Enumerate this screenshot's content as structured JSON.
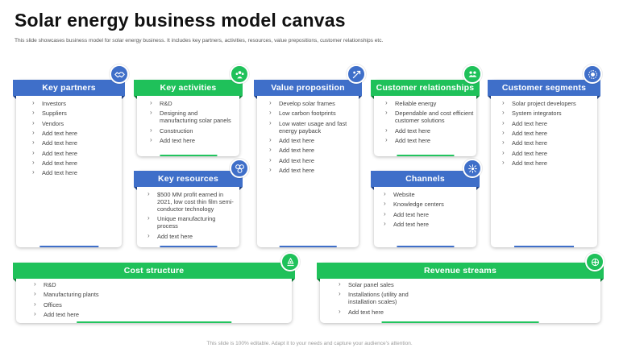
{
  "title": "Solar energy business model canvas",
  "subtitle": "This slide showcases business model for solar energy business. It includes key partners, activities, resources, value prepositions, customer relationships etc.",
  "footer": "This slide is 100% editable. Adapt it to your needs and capture your audience's attention.",
  "sections": {
    "key_partners": {
      "title": "Key partners",
      "icon": "handshake-icon",
      "items": [
        "Investors",
        "Suppliers",
        "Vendors",
        "Add text here",
        "Add text here",
        "Add text here",
        "Add text here",
        "Add text here"
      ]
    },
    "key_activities": {
      "title": "Key activities",
      "icon": "team-icon",
      "items": [
        "R&D",
        "Designing and manufacturing solar panels",
        "Construction",
        "Add text here"
      ]
    },
    "key_resources": {
      "title": "Key resources",
      "icon": "resources-icon",
      "items": [
        "$500 MM profit earned in 2021, low cost thin film semi-conductor technology",
        "Unique manufacturing process",
        "Add text here"
      ]
    },
    "value_proposition": {
      "title": "Value proposition",
      "icon": "value-icon",
      "items": [
        "Develop solar frames",
        "Low carbon footprints",
        "Low water usage and fast energy payback",
        "Add text here",
        "Add text here",
        "Add text here",
        "Add text here"
      ]
    },
    "customer_relationships": {
      "title": "Customer relationships",
      "icon": "relationship-icon",
      "items": [
        "Reliable energy",
        "Dependable and cost efficient customer solutions",
        "Add text here",
        "Add text here"
      ]
    },
    "channels": {
      "title": "Channels",
      "icon": "network-icon",
      "items": [
        "Website",
        "Knowledge centers",
        "Add text here",
        "Add text here"
      ]
    },
    "customer_segments": {
      "title": "Customer segments",
      "icon": "segments-icon",
      "items": [
        "Solar project developers",
        "System integrators",
        "Add text here",
        "Add text here",
        "Add text here",
        "Add text here",
        "Add text here"
      ]
    },
    "cost_structure": {
      "title": "Cost structure",
      "icon": "cost-icon",
      "items": [
        "R&D",
        "Manufacturing plants",
        "Offices",
        "Add text here"
      ]
    },
    "revenue_streams": {
      "title": "Revenue streams",
      "icon": "revenue-icon",
      "items": [
        "Solar panel sales",
        "Installations (utility and installation scales)",
        "Add text here"
      ]
    }
  },
  "colors": {
    "blue": "#3f6fc9",
    "green": "#1fc15a"
  }
}
